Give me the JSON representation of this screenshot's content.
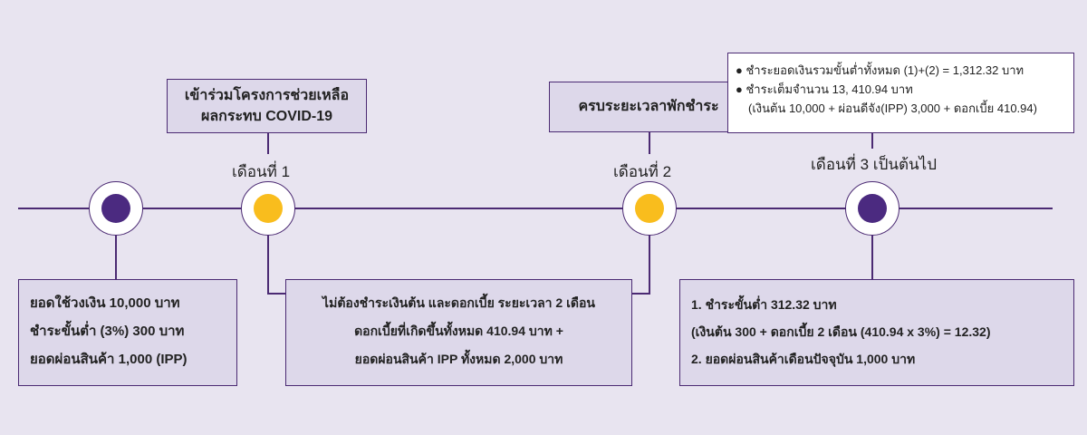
{
  "top": {
    "box1_lines": [
      "เข้าร่วมโครงการช่วยเหลือ",
      "ผลกระทบ COVID-19"
    ],
    "box2_text": "ครบระยะเวลาพักชำระ",
    "box3_lines": [
      "ชำระยอดเงินรวมขั้นต่ำทั้งหมด (1)+(2) = 1,312.32 บาท",
      "ชำระเต็มจำนวน 13, 410.94 บาท",
      "(เงินต้น 10,000 + ผ่อนดีจัง(IPP)  3,000 + ดอกเบี้ย 410.94)"
    ]
  },
  "milestones": {
    "m1": "เดือนที่ 1",
    "m2": "เดือนที่ 2",
    "m3": "เดือนที่ 3 เป็นต้นไป"
  },
  "bottom": {
    "box1_lines": [
      "ยอดใช้วงเงิน 10,000 บาท",
      "ชำระขั้นต่ำ (3%) 300 บาท",
      "ยอดผ่อนสินค้า 1,000 (IPP)"
    ],
    "box2_lines": [
      "ไม่ต้องชำระเงินต้น และดอกเบี้ย ระยะเวลา 2 เดือน",
      "ดอกเบี้ยที่เกิดขึ้นทั้งหมด 410.94 บาท +",
      "ยอดผ่อนสินค้า IPP ทั้งหมด 2,000 บาท"
    ],
    "box3_lines": [
      "1. ชำระขั้นต่ำ 312.32 บาท",
      "(เงินต้น 300 + ดอกเบี้ย 2 เดือน (410.94 x 3%) = 12.32)",
      "2. ยอดผ่อนสินค้าเดือนปัจจุบัน 1,000 บาท"
    ]
  },
  "colors": {
    "line": "#4b2a73",
    "purple": "#4b2a80",
    "yellow": "#f9bd1d",
    "box": "#ddd8ea"
  }
}
